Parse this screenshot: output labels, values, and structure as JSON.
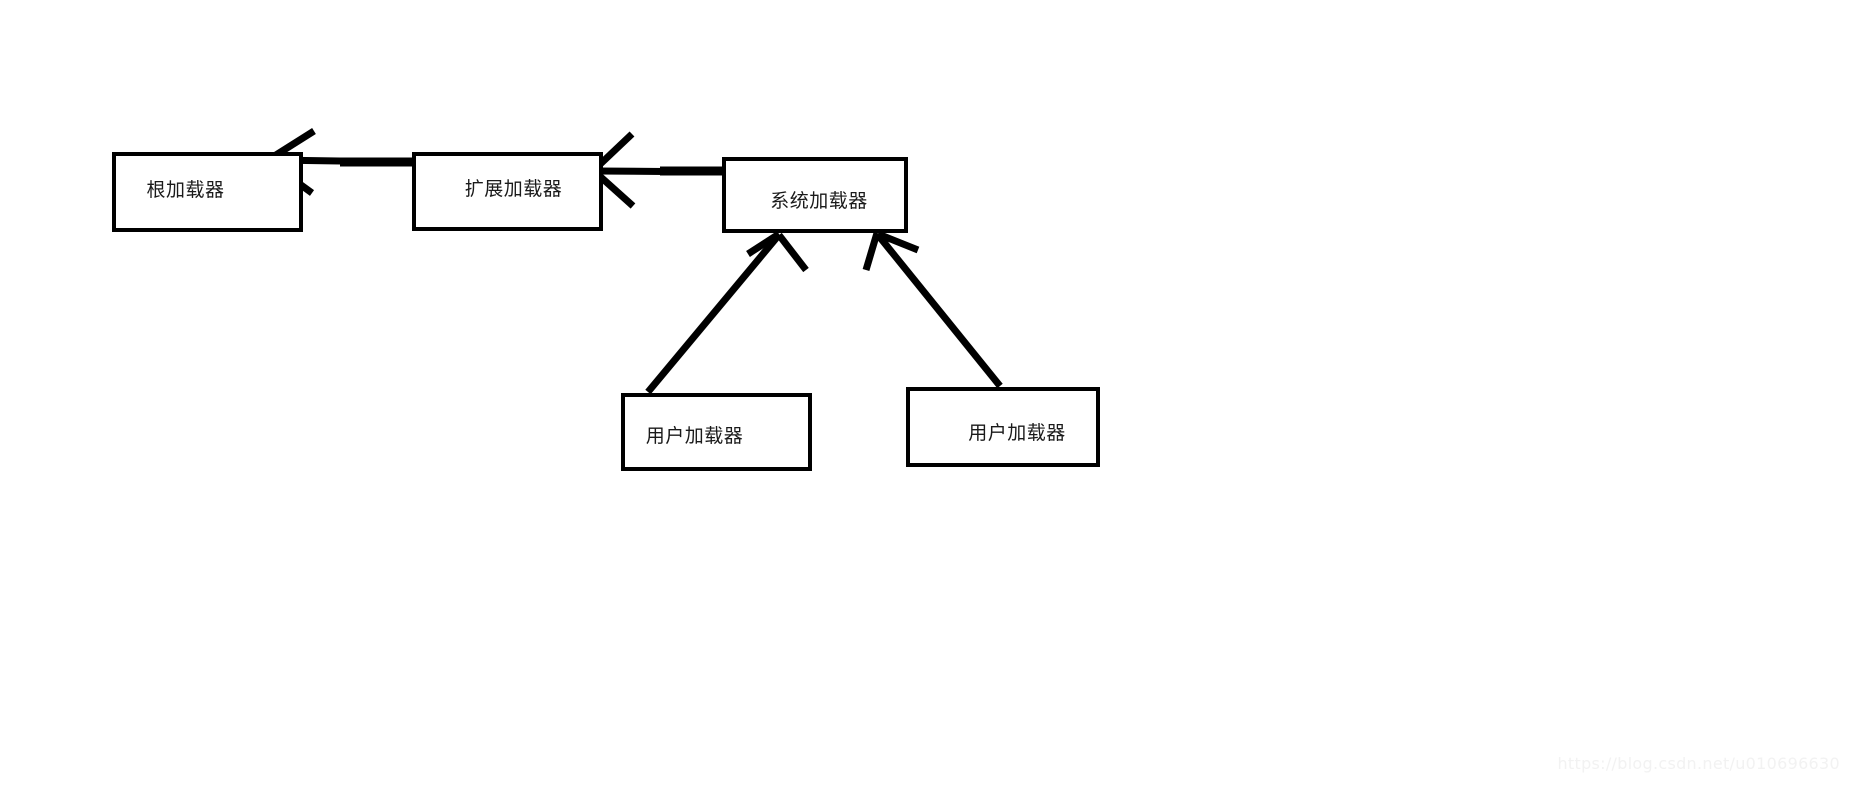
{
  "diagram": {
    "title": "Java ClassLoader hierarchy (Chinese labels)",
    "background_color": "#ffffff",
    "stroke_color": "#000000",
    "text_color": "#1a1a1a",
    "nodes": [
      {
        "id": "root",
        "label": "根加载器"
      },
      {
        "id": "ext",
        "label": "扩展加载器"
      },
      {
        "id": "sys",
        "label": "系统加载器"
      },
      {
        "id": "user_left",
        "label": "用户加载器"
      },
      {
        "id": "user_right",
        "label": "用户加载器"
      }
    ],
    "edges": [
      {
        "id": "ext-to-root",
        "from": "ext",
        "to": "root",
        "arrow": "open-v",
        "direction": "right-to-left"
      },
      {
        "id": "sys-to-ext",
        "from": "sys",
        "to": "ext",
        "arrow": "open-v",
        "direction": "right-to-left"
      },
      {
        "id": "user-left-to-sys",
        "from": "user_left",
        "to": "sys",
        "arrow": "open-v",
        "direction": "bottom-to-top"
      },
      {
        "id": "user-right-to-sys",
        "from": "user_right",
        "to": "sys",
        "arrow": "open-v",
        "direction": "bottom-to-top"
      }
    ]
  },
  "watermark": {
    "text": "https://blog.csdn.net/u010696630"
  }
}
